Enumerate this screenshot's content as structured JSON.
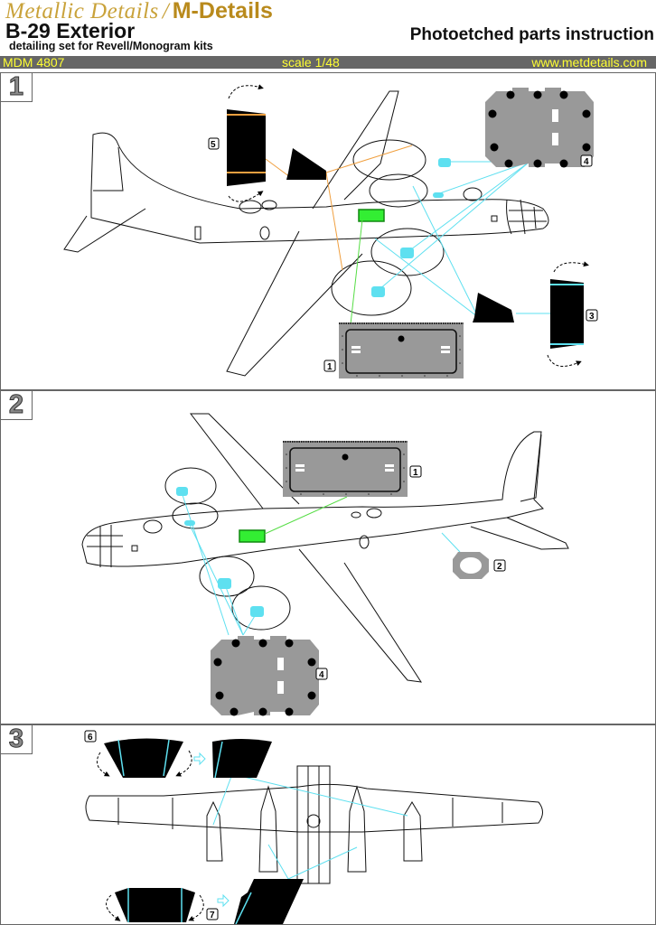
{
  "header": {
    "brand_script": "Metallic Details",
    "brand_separator": "/",
    "brand_name": "M-Details",
    "title": "B-29 Exterior",
    "subtitle": "detailing set for Revell/Monogram kits",
    "doc_type": "Photoetched parts instruction"
  },
  "info_bar": {
    "product_code": "MDM 4807",
    "scale": "scale 1/48",
    "website": "www.metdetails.com"
  },
  "colors": {
    "bar_bg": "#666666",
    "bar_text": "#ffff33",
    "brand_gold": "#c9a23a",
    "guide_cyan": "#5ee0f0",
    "guide_orange": "#f0a040",
    "guide_green": "#55dd44",
    "part_gray": "#999999",
    "highlight_green": "#33ee33"
  },
  "steps": [
    {
      "number": "1",
      "parts": [
        {
          "label": "5",
          "name": "tail-turret-window"
        },
        {
          "label": "4",
          "name": "engine-cowl-plate"
        },
        {
          "label": "3",
          "name": "turret-window-cyan"
        },
        {
          "label": "1",
          "name": "bomb-bay-panel"
        }
      ]
    },
    {
      "number": "2",
      "parts": [
        {
          "label": "1",
          "name": "bomb-bay-panel"
        },
        {
          "label": "2",
          "name": "ring-plate"
        },
        {
          "label": "4",
          "name": "engine-cowl-plate"
        }
      ]
    },
    {
      "number": "3",
      "parts": [
        {
          "label": "6",
          "name": "nacelle-strip-upper"
        },
        {
          "label": "7",
          "name": "nacelle-strip-lower"
        }
      ]
    }
  ]
}
